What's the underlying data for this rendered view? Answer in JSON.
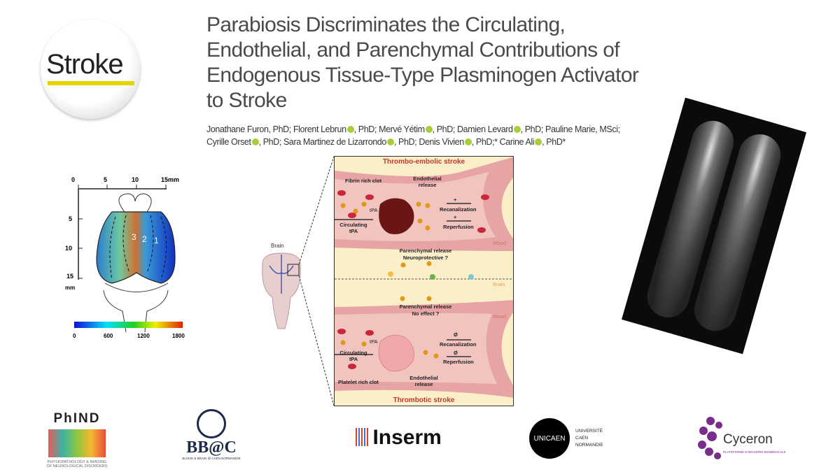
{
  "journal_logo": "Stroke",
  "title": "Parabiosis Discriminates the Circulating, Endothelial, and Parenchymal Contributions of Endogenous Tissue-Type Plasminogen Activator to Stroke",
  "title_lines": [
    "Parabiosis Discriminates the Circulating,",
    "Endothelial, and Parenchymal Contributions of",
    "Endogenous Tissue-Type Plasminogen Activator",
    "to Stroke"
  ],
  "authors": [
    {
      "name": "Jonathane Furon",
      "orcid": false,
      "suffix": ", PhD; "
    },
    {
      "name": "Florent Lebrun",
      "orcid": true,
      "suffix": ", PhD; "
    },
    {
      "name": "Mervé Yétim",
      "orcid": true,
      "suffix": ", PhD; "
    },
    {
      "name": "Damien Levard",
      "orcid": true,
      "suffix": ", PhD; "
    },
    {
      "name": "Pauline Marie",
      "orcid": false,
      "suffix": ", MSci;"
    },
    {
      "name": "Cyrille Orset",
      "orcid": true,
      "suffix": ", PhD; "
    },
    {
      "name": "Sara Martinez de Lizarrondo",
      "orcid": true,
      "suffix": ", PhD; "
    },
    {
      "name": "Denis Vivien",
      "orcid": true,
      "suffix": ", PhD;* "
    },
    {
      "name": "Carine Ali",
      "orcid": true,
      "suffix": ", PhD*"
    }
  ],
  "brain_map": {
    "x_ticks": [
      "0",
      "5",
      "10",
      "15mm"
    ],
    "y_ticks": [
      "5",
      "10",
      "15"
    ],
    "y_unit": "mm",
    "zones": [
      "3",
      "2",
      "1"
    ],
    "colorbar_ticks": [
      "0",
      "600",
      "1200",
      "1800"
    ]
  },
  "small_brain_label": "Brain",
  "figure": {
    "top_title": "Thrombo-embolic stroke",
    "bottom_title": "Thrombotic stroke",
    "fibrin_clot": "Fibrin rich clot",
    "platelet_clot": "Platelet rich clot",
    "endothelial_release": "Endothelial release",
    "tpa": "tPA",
    "circulating_tpa": "Circulating tPA",
    "plus": "+",
    "null": "Ø",
    "recanalization": "Recanalization",
    "reperfusion": "Reperfusion",
    "blood": "Blood",
    "brain": "Brain",
    "parenchymal_top": "Parenchymal release",
    "parenchymal_top2": "Neuroprotective ?",
    "parenchymal_bottom": "Parenchymal release",
    "parenchymal_bottom2": "No effect ?"
  },
  "logos": {
    "phind": "PhIND",
    "phind_sub": "PHYSIOPATHOLOGY & IMAGING OF NEUROLOGICAL DISORDERS",
    "bbac": "BB@C",
    "bbac_sub": "BLOOD & BRAIN @ CAEN NORMANDIE",
    "inserm": "Inserm",
    "unicaen": "UNICAEN",
    "unicaen_sub": [
      "UNIVERSITÉ",
      "CAEN",
      "NORMANDIE"
    ],
    "cyceron": "Cyceron",
    "cyceron_sub": "PLATEFORME D'IMAGERIE BIOMÉDICALE"
  },
  "colors": {
    "stroke_yellow": "#e5d400",
    "orcid": "#a6ce39",
    "figure_red": "#c0392b",
    "cyceron": "#7b2d8e",
    "inserm_red": "#e0401c"
  }
}
